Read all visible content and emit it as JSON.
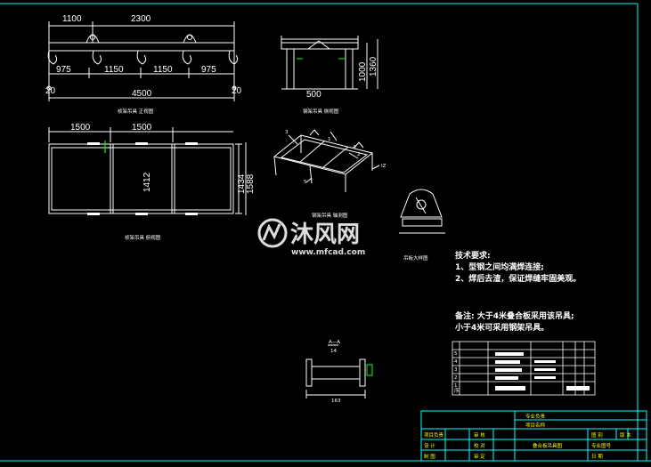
{
  "front_view": {
    "dims_top": [
      "1100",
      "2300"
    ],
    "dims_mid": [
      "975",
      "1150",
      "1150",
      "975"
    ],
    "dim_total": "4500",
    "dim_left": "20",
    "dim_right": "20",
    "caption": "桢架吊具 正视图"
  },
  "side_view": {
    "dim_width": "500",
    "dim_height_inner": "1000",
    "dim_height_outer": "1360",
    "caption": "钢架吊具 侧视图"
  },
  "top_view": {
    "dims_top": [
      "1500",
      "1500"
    ],
    "dim_inner": "1412",
    "dim_right_a": "1434",
    "dim_right_b": "1588",
    "caption": "桢架吊具 俯视图"
  },
  "iso_view": {
    "part_numbers": [
      "1",
      "2",
      "3",
      "4",
      "5"
    ],
    "note_label": "IZ",
    "caption": "钢架吊具 轴测图"
  },
  "lug_detail": {
    "caption": "吊板大样图"
  },
  "section_view": {
    "label_top": "A—A",
    "label_sub": "14",
    "dim_bottom": "163"
  },
  "tech_notes": {
    "title": "技术要求:",
    "items": [
      "1、型钢之间均满焊连接;",
      "2、焊后去渣，保证焊缝牢固美观。"
    ]
  },
  "remark": {
    "line1": "备注: 大于4米叠合板采用该吊具;",
    "line2": "小于4米可采用钢架吊具。"
  },
  "parts_table": {
    "row_numbers": [
      "5",
      "4",
      "3",
      "2",
      "1",
      "序"
    ]
  },
  "title_block": {
    "project_unit": "项目负责",
    "professional": "专业负责",
    "project_name": "项目名称",
    "design": "设 计",
    "check": "审 核",
    "drawing": "制 图",
    "proofread": "校 对",
    "approve": "审 定",
    "drawing_title": "叠合板吊具图",
    "drawing_no": "专业图号",
    "stage": "图 别",
    "version": "版 本",
    "date": "日 期"
  },
  "watermark": {
    "brand": "沐风网",
    "url": "www.mfcad.com"
  },
  "colors": {
    "background": "#000000",
    "lines": "#ffffff",
    "frame": "#00ffff",
    "accent": "#00ff00",
    "titles": "#ffff00"
  }
}
